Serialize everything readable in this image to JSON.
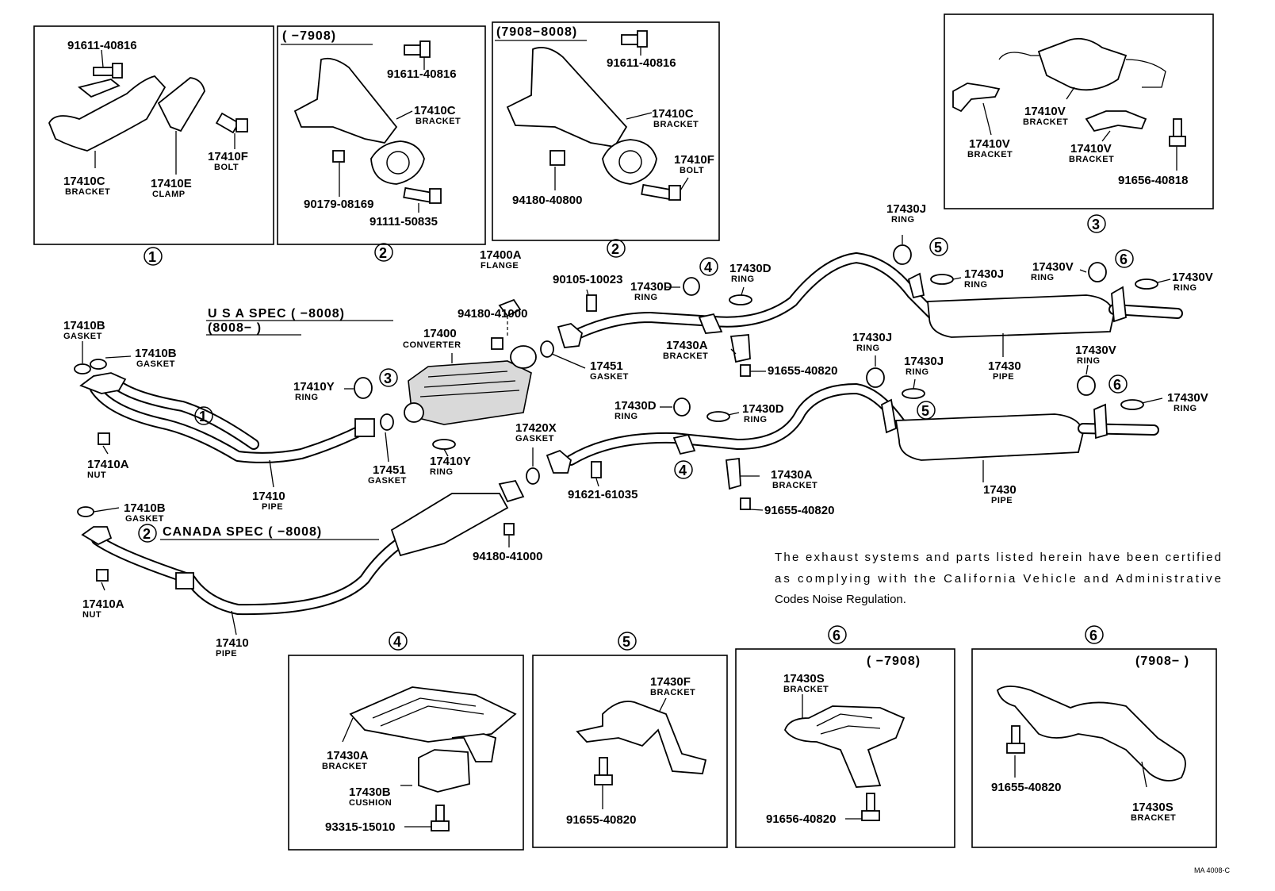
{
  "boxes": {
    "b1": {
      "labels": [
        "91611-40816",
        "17410C",
        "BRACKET",
        "17410E",
        "CLAMP",
        "17410F",
        "BOLT"
      ],
      "callout": "1"
    },
    "b2a": {
      "date": "(      −7908)",
      "labels": [
        "91611-40816",
        "17410C",
        "BRACKET",
        "90179-08169",
        "91111-50835"
      ],
      "callout": "2"
    },
    "b2b": {
      "date": "(7908−8008)",
      "labels": [
        "91611-40816",
        "17410C",
        "BRACKET",
        "17410F",
        "BOLT",
        "94180-40800"
      ],
      "callout": "2"
    },
    "b3": {
      "labels": [
        "17410V",
        "BRACKET",
        "17410V",
        "BRACKET",
        "17410V",
        "BRACKET",
        "91656-40818"
      ],
      "callout": "3"
    },
    "b4": {
      "labels": [
        "17430A",
        "BRACKET",
        "17430B",
        "CUSHION",
        "93315-15010"
      ],
      "callout": "4"
    },
    "b5": {
      "labels": [
        "17430F",
        "BRACKET",
        "91655-40820"
      ],
      "callout": "5"
    },
    "b6a": {
      "date": "(      −7908)",
      "labels": [
        "17430S",
        "BRACKET",
        "91656-40820"
      ],
      "callout": "6"
    },
    "b6b": {
      "date": "(7908−      )",
      "labels": [
        "91655-40820",
        "17430S",
        "BRACKET"
      ],
      "callout": "6"
    }
  },
  "main": {
    "usa_spec": "U S A  SPEC (       −8008)",
    "usa_spec2": "(8008−        )",
    "canada_spec": "CANADA  SPEC (       −8008)",
    "labels": [
      {
        "n": "17410B",
        "s": "GASKET"
      },
      {
        "n": "17410B",
        "s": "GASKET"
      },
      {
        "n": "17410A",
        "s": "NUT"
      },
      {
        "n": "17410",
        "s": "PIPE"
      },
      {
        "n": "17410Y",
        "s": "RING"
      },
      {
        "n": "17451",
        "s": "GASKET"
      },
      {
        "n": "17410Y",
        "s": "RING"
      },
      {
        "n": "17400",
        "s": "CONVERTER"
      },
      {
        "n": "17400A",
        "s": "FLANGE"
      },
      {
        "n": "94180-41000",
        "s": ""
      },
      {
        "n": "90105-10023",
        "s": ""
      },
      {
        "n": "17451",
        "s": "GASKET"
      },
      {
        "n": "17430D",
        "s": "RING"
      },
      {
        "n": "17430D",
        "s": "RING"
      },
      {
        "n": "17430A",
        "s": "BRACKET"
      },
      {
        "n": "91655-40820",
        "s": ""
      },
      {
        "n": "17430J",
        "s": "RING"
      },
      {
        "n": "17430J",
        "s": "RING"
      },
      {
        "n": "17430V",
        "s": "RING"
      },
      {
        "n": "17430V",
        "s": "RING"
      },
      {
        "n": "17430",
        "s": "PIPE"
      },
      {
        "n": "17430J",
        "s": "RING"
      },
      {
        "n": "17430J",
        "s": "RING"
      },
      {
        "n": "17430V",
        "s": "RING"
      },
      {
        "n": "17430V",
        "s": "RING"
      },
      {
        "n": "17430D",
        "s": "RING"
      },
      {
        "n": "17430D",
        "s": "RING"
      },
      {
        "n": "17420X",
        "s": "GASKET"
      },
      {
        "n": "91621-61035",
        "s": ""
      },
      {
        "n": "17430A",
        "s": "BRACKET"
      },
      {
        "n": "91655-40820",
        "s": ""
      },
      {
        "n": "17430",
        "s": "PIPE"
      },
      {
        "n": "94180-41000",
        "s": ""
      },
      {
        "n": "17410B",
        "s": "GASKET"
      },
      {
        "n": "17410A",
        "s": "NUT"
      },
      {
        "n": "17410",
        "s": "PIPE"
      }
    ],
    "callouts": [
      "1",
      "3",
      "2",
      "4",
      "5",
      "6",
      "4",
      "5",
      "6"
    ]
  },
  "note": {
    "line1": "The exhaust systems and parts listed herein have been certified",
    "line2": "as complying with the California Vehicle and Administrative",
    "line3": "Codes Noise Regulation."
  },
  "code": "MA 4008-C"
}
